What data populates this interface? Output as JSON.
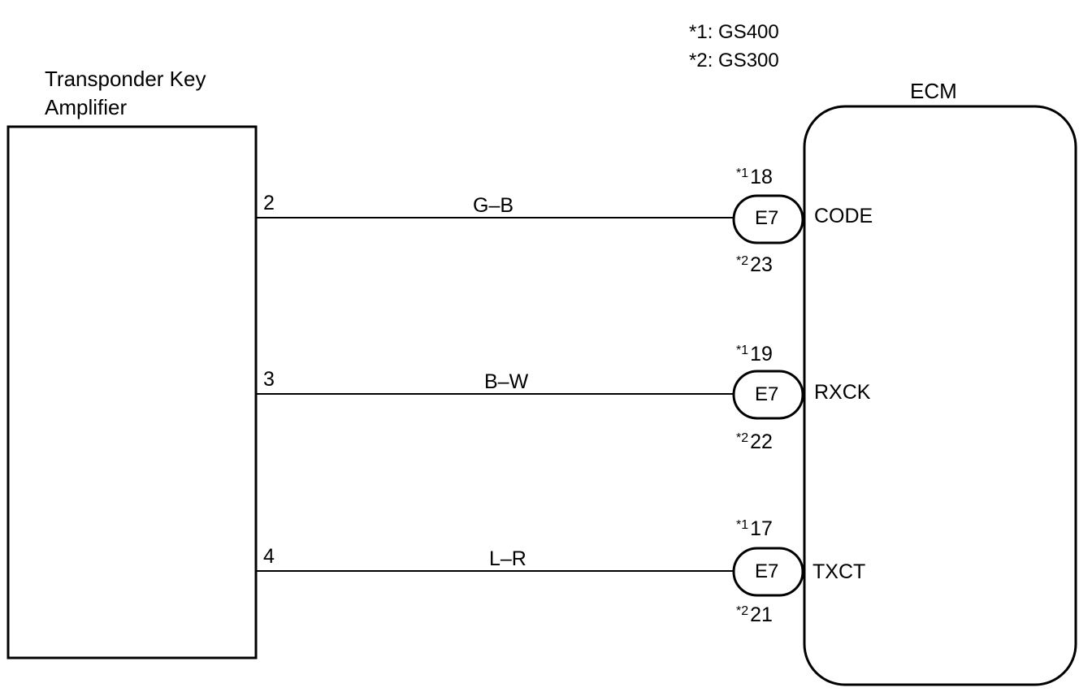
{
  "legend": [
    {
      "marker": "*1",
      "text": "GS400",
      "full": "*1: GS400"
    },
    {
      "marker": "*2",
      "text": "GS300",
      "full": "*2: GS300"
    }
  ],
  "amplifier": {
    "line1": "Transponder Key",
    "line2": "Amplifier"
  },
  "ecm": {
    "label": "ECM"
  },
  "wires": [
    {
      "amp_pin": "2",
      "color": "G–B",
      "connector": "E7",
      "gs400_marker": "*1",
      "gs400_pin": "18",
      "gs300_marker": "*2",
      "gs300_pin": "23",
      "signal": "CODE"
    },
    {
      "amp_pin": "3",
      "color": "B–W",
      "connector": "E7",
      "gs400_marker": "*1",
      "gs400_pin": "19",
      "gs300_marker": "*2",
      "gs300_pin": "22",
      "signal": "RXCK"
    },
    {
      "amp_pin": "4",
      "color": "L–R",
      "connector": "E7",
      "gs400_marker": "*1",
      "gs400_pin": "17",
      "gs300_marker": "*2",
      "gs300_pin": "21",
      "signal": "TXCT"
    }
  ],
  "colors": {
    "ink": "#000000",
    "paper": "#ffffff"
  }
}
